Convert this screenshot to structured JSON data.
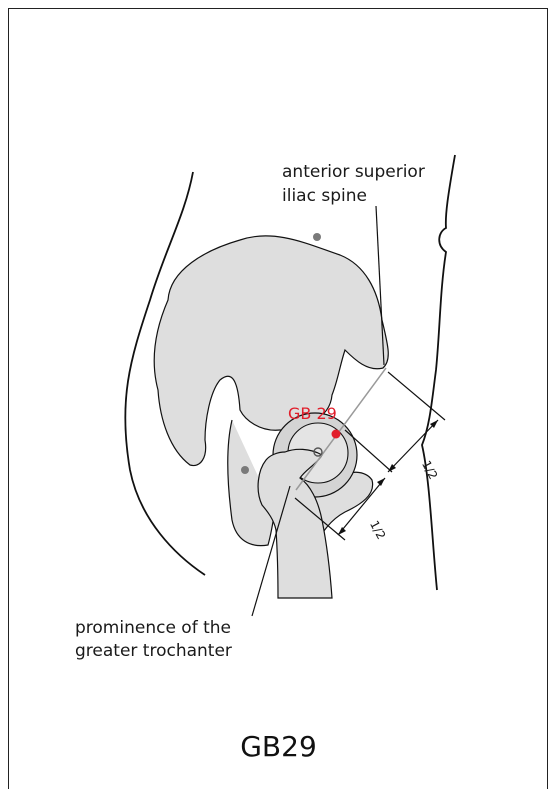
{
  "figure": {
    "title": "GB29",
    "point_label": "GB 29",
    "landmark_top_line1": "anterior superior",
    "landmark_top_line2": "iliac spine",
    "landmark_bottom_line1": "prominence of the",
    "landmark_bottom_line2": "greater trochanter",
    "measure_upper": "1/2",
    "measure_lower": "1/2",
    "colors": {
      "point": "#e11d2a",
      "bone_fill": "#dedede",
      "outline": "#111111",
      "marker_grey": "#7a7a7a"
    }
  }
}
